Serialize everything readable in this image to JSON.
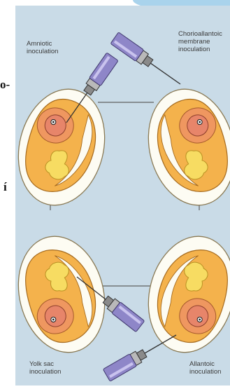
{
  "figure": {
    "colors": {
      "background": "#c9dbe7",
      "shell": "#fdfcf3",
      "albumen": "#f4b24c",
      "yolk": "#f7dc62",
      "embryo": "#e7856a",
      "needle": "#8e86c8"
    },
    "labels": {
      "amniotic": [
        "Amniotic",
        "inoculation"
      ],
      "chorioallantoic": [
        "Chorioallantoic",
        "membrane",
        "inoculation"
      ],
      "yolk_sac": [
        "Yolk sac",
        "inoculation"
      ],
      "allantoic": [
        "Allantoic",
        "inoculation"
      ]
    }
  },
  "side_fragments": [
    "o-",
    "í"
  ]
}
